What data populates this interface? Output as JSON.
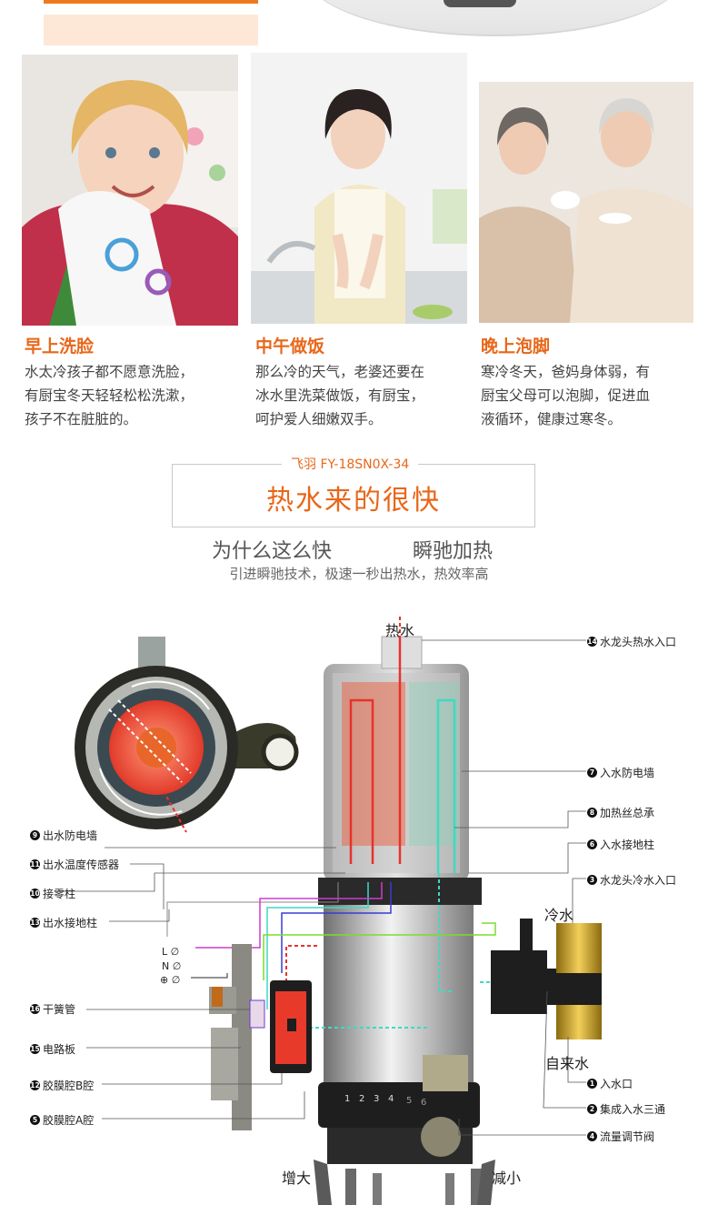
{
  "colors": {
    "accent": "#e8671a",
    "hot": "#e8322a",
    "cold": "#3fd9c2",
    "text": "#444444"
  },
  "scenes": [
    {
      "title": "早上洗脸",
      "lines": [
        "水太冷孩子都不愿意洗脸，",
        "有厨宝冬天轻轻松松洗漱，",
        "孩子不在脏脏的。"
      ]
    },
    {
      "title": "中午做饭",
      "lines": [
        "那么冷的天气，老婆还要在",
        "冰水里洗菜做饭，有厨宝，",
        "呵护爱人细嫩双手。"
      ]
    },
    {
      "title": "晚上泡脚",
      "lines": [
        "寒冷冬天，爸妈身体弱，有",
        "厨宝父母可以泡脚，促进血",
        "液循环，健康过寒冬。"
      ]
    }
  ],
  "headline": {
    "model": "飞羽 FY-18SN0X-34",
    "title": "热水来的很快",
    "question": "为什么这么快",
    "answer": "瞬驰加热",
    "subline": "引进瞬驰技术，极速一秒出热水，热效率高"
  },
  "diagram": {
    "hot_water": "热水",
    "cold_water": "冷水",
    "tap_water": "自来水",
    "increase": "增大",
    "decrease": "减小",
    "wires": [
      "L ∅",
      "N ∅",
      "⊕ ∅"
    ],
    "dial_numbers": [
      "1",
      "2",
      "3",
      "4",
      "5",
      "6"
    ],
    "left_labels": [
      {
        "num": "9",
        "text": "出水防电墙"
      },
      {
        "num": "11",
        "text": "出水温度传感器"
      },
      {
        "num": "10",
        "text": "接零柱"
      },
      {
        "num": "13",
        "text": "出水接地柱"
      },
      {
        "num": "16",
        "text": "干簧管"
      },
      {
        "num": "15",
        "text": "电路板"
      },
      {
        "num": "12",
        "text": "胶膜腔B腔"
      },
      {
        "num": "5",
        "text": "胶膜腔A腔"
      }
    ],
    "right_labels": [
      {
        "num": "14",
        "text": "水龙头热水入口"
      },
      {
        "num": "7",
        "text": "入水防电墙"
      },
      {
        "num": "8",
        "text": "加热丝总承"
      },
      {
        "num": "6",
        "text": "入水接地柱"
      },
      {
        "num": "3",
        "text": "水龙头冷水入口"
      },
      {
        "num": "1",
        "text": "入水口"
      },
      {
        "num": "2",
        "text": "集成入水三通"
      },
      {
        "num": "4",
        "text": "流量调节阀"
      }
    ]
  }
}
